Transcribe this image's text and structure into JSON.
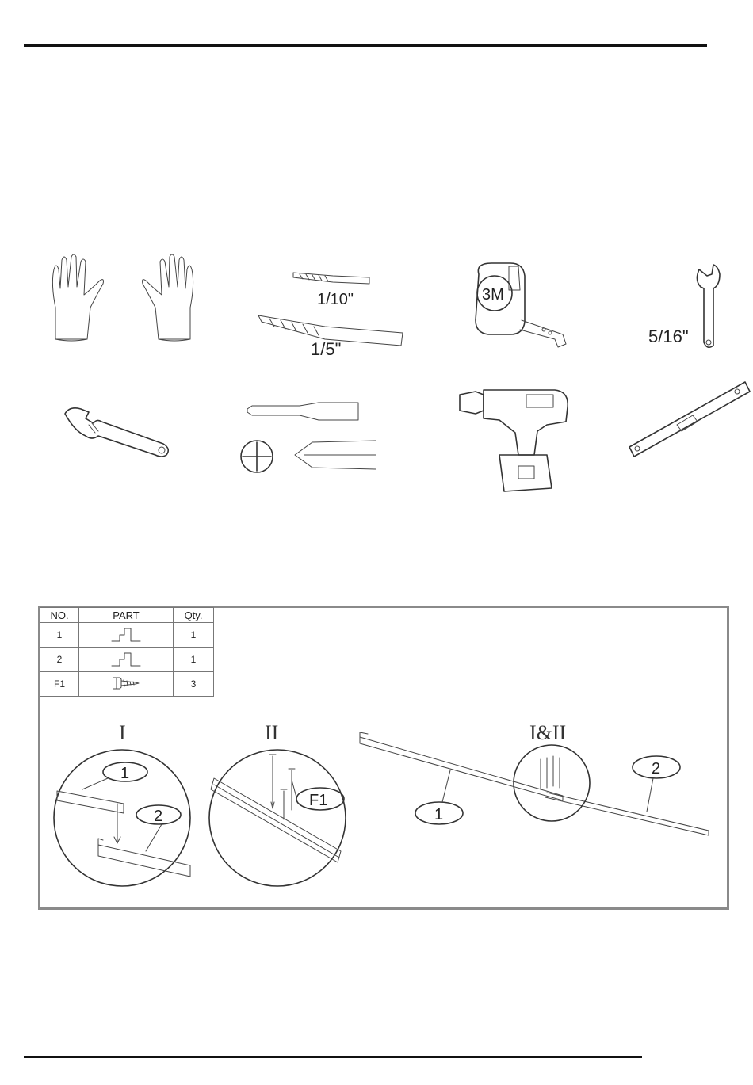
{
  "tools": {
    "drill_bit_small_label": "1/10\"",
    "drill_bit_large_label": "1/5\"",
    "tape_measure_label": "3M",
    "wrench_label": "5/16\""
  },
  "parts_table": {
    "headers": [
      "NO.",
      "PART",
      "Qty."
    ],
    "rows": [
      {
        "no": "1",
        "part_icon": "rail-profile-icon",
        "qty": "1"
      },
      {
        "no": "2",
        "part_icon": "rail-profile-icon",
        "qty": "1"
      },
      {
        "no": "F1",
        "part_icon": "screw-icon",
        "qty": "3"
      }
    ]
  },
  "steps": {
    "step1_title": "I",
    "step2_title": "II",
    "step3_title": "I&II",
    "callout_1": "1",
    "callout_2": "2",
    "callout_f1": "F1"
  }
}
